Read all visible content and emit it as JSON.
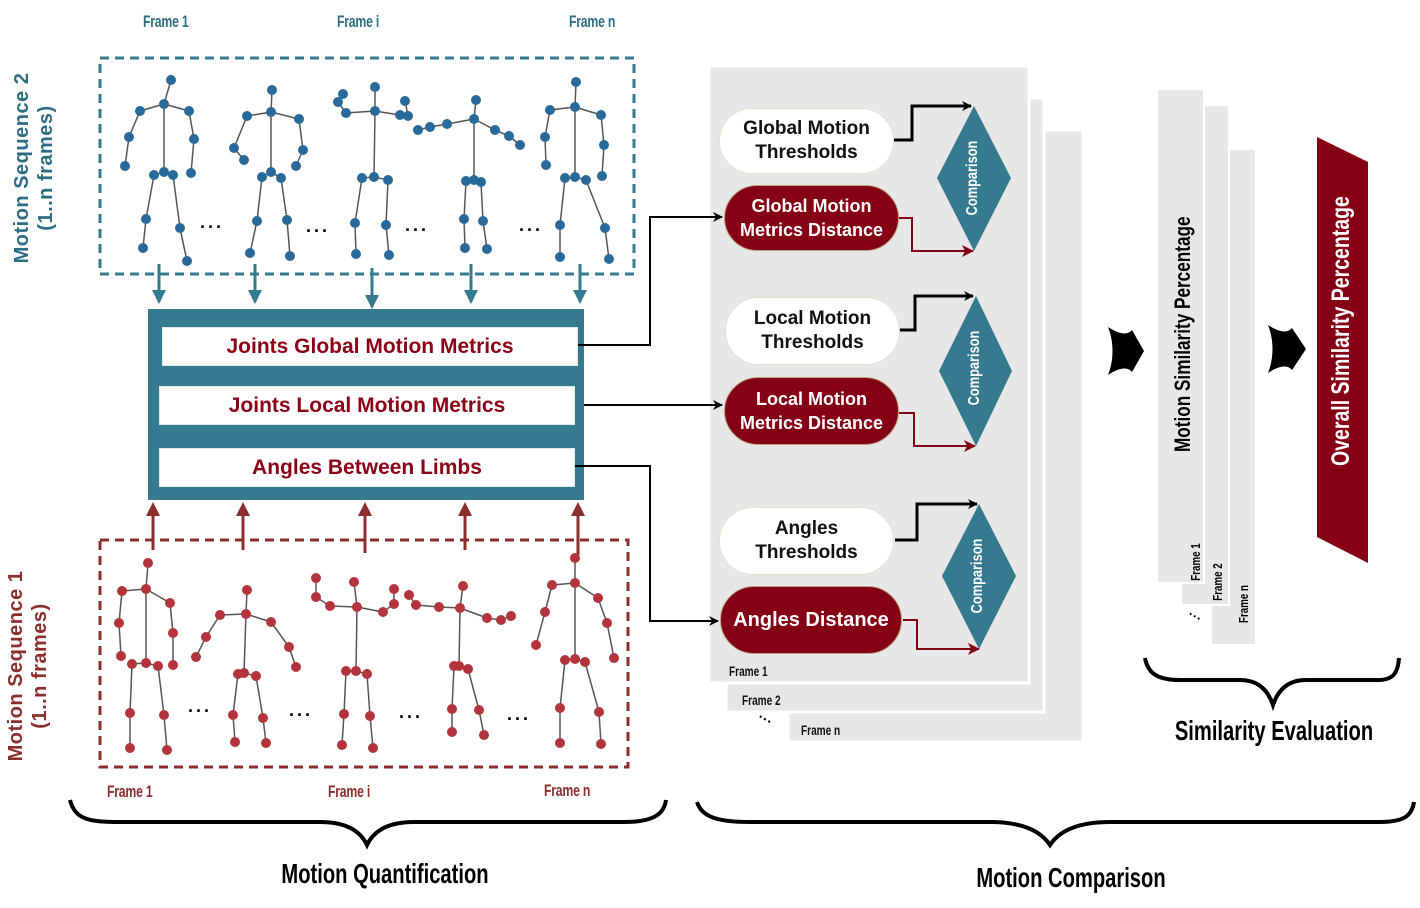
{
  "quantification": {
    "seq2": {
      "label": "Motion Sequence 2",
      "sublabel": "(1..n frames)",
      "frame_labels": [
        "Frame 1",
        "Frame i",
        "Frame n"
      ],
      "color": "#2e6e85",
      "joint_color": "#2a6a9a"
    },
    "seq1": {
      "label": "Motion Sequence 1",
      "sublabel": "(1..n frames)",
      "frame_labels": [
        "Frame 1",
        "Frame i",
        "Frame n"
      ],
      "color": "#8b2e2e",
      "joint_color": "#b3343c"
    },
    "ellipsis": "...",
    "metrics": [
      "Joints Global Motion Metrics",
      "Joints Local Motion Metrics",
      "Angles Between Limbs"
    ],
    "metrics_box_color": "#357a8f",
    "section_title": "Motion Quantification"
  },
  "comparison": {
    "groups": [
      {
        "threshold": [
          "Global Motion",
          "Thresholds"
        ],
        "distance": [
          "Global Motion",
          "Metrics Distance"
        ],
        "diamond": "Comparison"
      },
      {
        "threshold": [
          "Local Motion",
          "Thresholds"
        ],
        "distance": [
          "Local Motion",
          "Metrics Distance"
        ],
        "diamond": "Comparison"
      },
      {
        "threshold": [
          "Angles",
          "Thresholds"
        ],
        "distance": [
          "Angles Distance"
        ],
        "diamond": "Comparison"
      }
    ],
    "frame_stack": [
      "Frame 1",
      "Frame 2",
      "Frame n"
    ],
    "stack_ellipsis": "...",
    "section_title": "Motion Comparison",
    "distance_color": "#860015",
    "diamond_color": "#357a8f"
  },
  "evaluation": {
    "motion_similarity": "Motion Similarity Percentage",
    "frame_stack": [
      "Frame 1",
      "Frame 2",
      "Frame n"
    ],
    "stack_ellipsis": "...",
    "overall_similarity": "Overall Similarity Percentage",
    "section_title": "Similarity Evaluation",
    "overall_color": "#860015"
  }
}
